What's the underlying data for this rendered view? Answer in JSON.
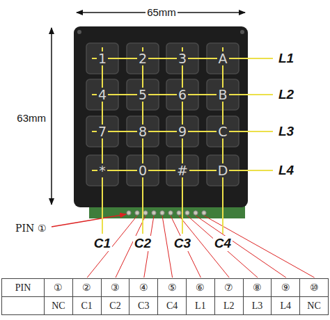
{
  "diagram": {
    "nodes": [
      {
        "text": [
          "1"
        ]
      },
      {
        "text": [
          "2"
        ]
      },
      {
        "text": [
          "3"
        ]
      },
      {
        "text": [
          "A"
        ]
      },
      {
        "text": [
          "4"
        ]
      },
      {
        "text": [
          "5"
        ]
      },
      {
        "text": [
          "6"
        ]
      },
      {
        "text": [
          "B"
        ]
      },
      {
        "text": [
          "7"
        ]
      },
      {
        "text": [
          "8"
        ]
      },
      {
        "text": [
          "9"
        ]
      },
      {
        "text": [
          "C"
        ]
      },
      {
        "text": [
          "*"
        ]
      },
      {
        "text": [
          "0"
        ]
      },
      {
        "text": [
          "#"
        ]
      },
      {
        "text": [
          "D"
        ]
      }
    ],
    "labels": [
      "65mm",
      "63mm",
      "L1",
      "L2",
      "L3",
      "L4",
      "C1",
      "C2",
      "C3",
      "C4",
      "PIN ①",
      "PIN",
      "①",
      "②",
      "③",
      "④",
      "⑤",
      "⑥",
      "⑦",
      "⑧",
      "⑨",
      "⑩",
      "NC",
      "C1",
      "C2",
      "C3",
      "C4",
      "L1",
      "L2",
      "L3",
      "L4",
      "NC"
    ]
  }
}
